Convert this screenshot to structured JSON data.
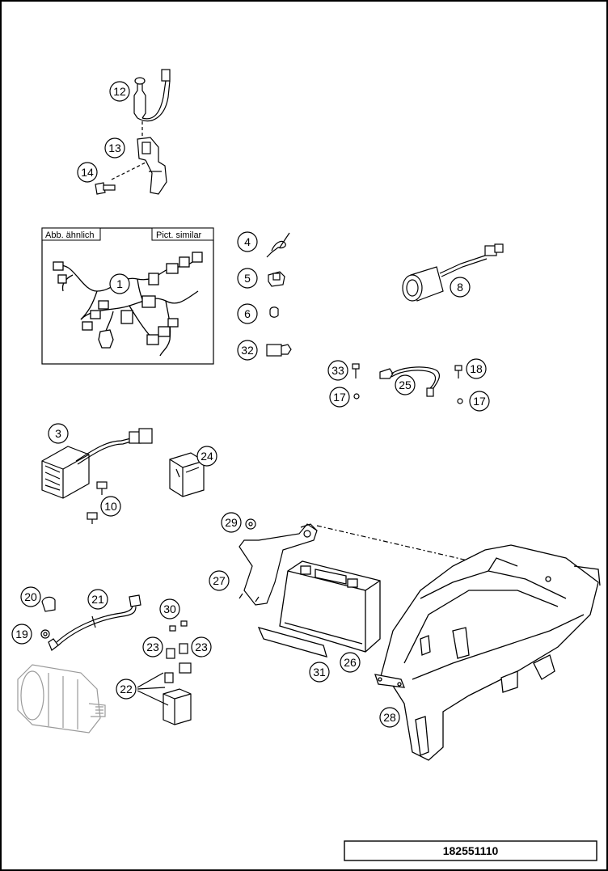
{
  "inset": {
    "label_de": "Abb. ähnlich",
    "label_en": "Pict. similar"
  },
  "callouts": [
    "12",
    "13",
    "14",
    "1",
    "4",
    "5",
    "6",
    "32",
    "8",
    "33",
    "25",
    "18",
    "17",
    "17",
    "3",
    "24",
    "10",
    "29",
    "27",
    "20",
    "21",
    "19",
    "30",
    "23",
    "23",
    "22",
    "31",
    "26",
    "28"
  ],
  "drawing_number": "182551110"
}
